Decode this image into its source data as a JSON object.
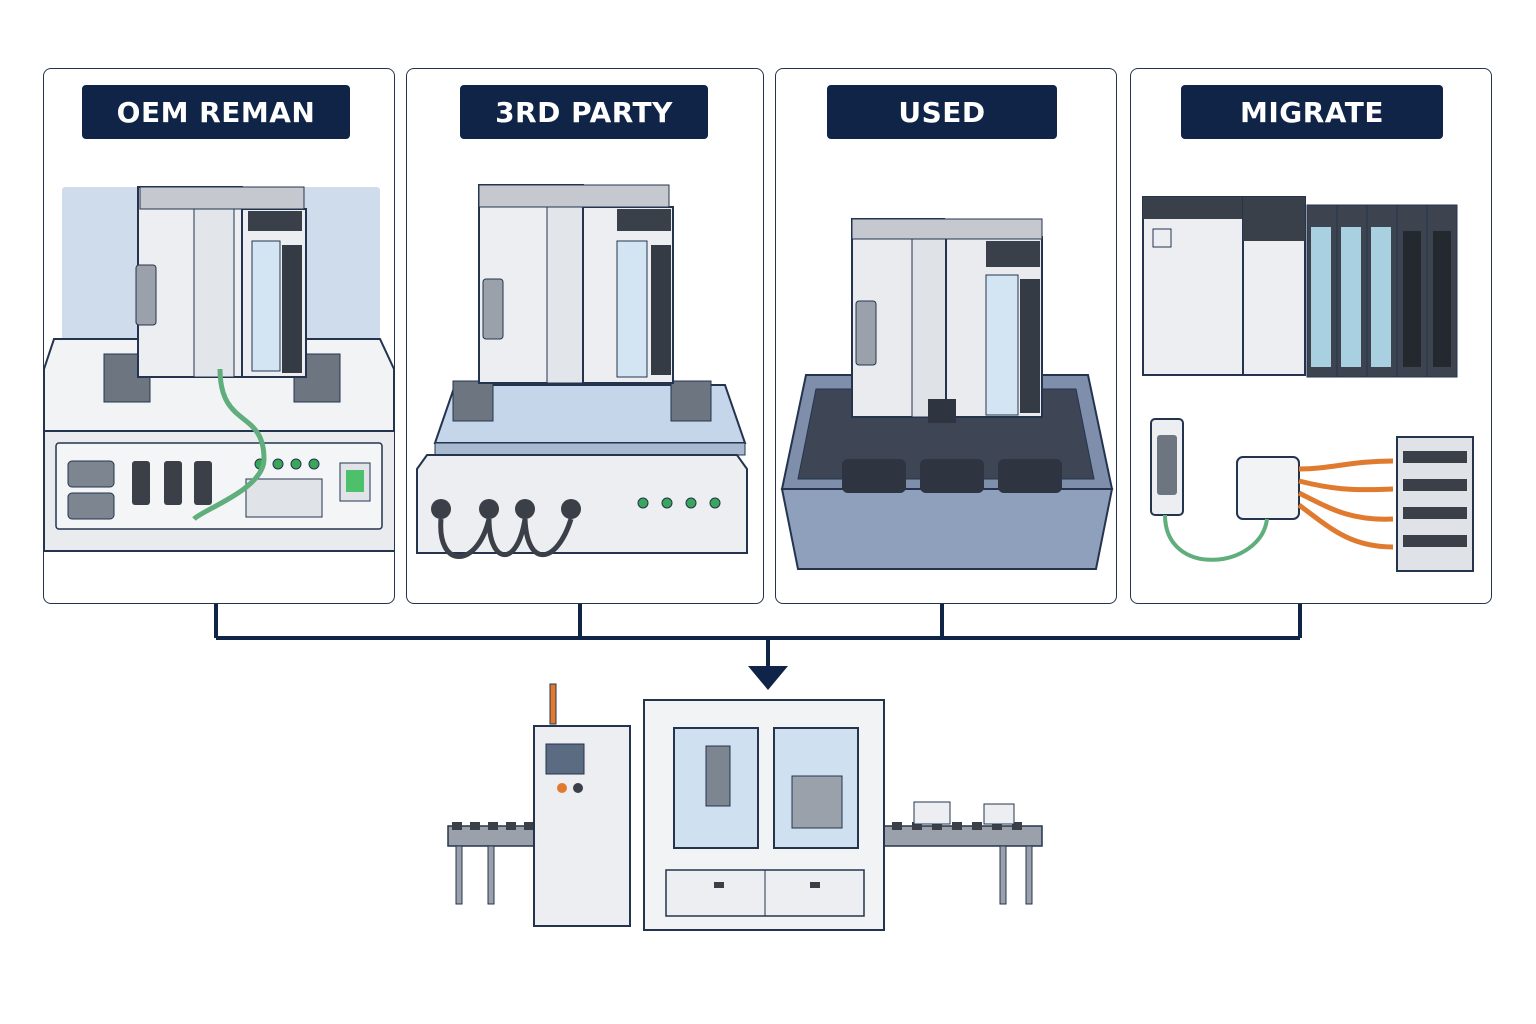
{
  "panels": [
    {
      "id": "oem-reman",
      "label": "OEM REMAN"
    },
    {
      "id": "third-party",
      "label": "3RD PARTY"
    },
    {
      "id": "used",
      "label": "USED"
    },
    {
      "id": "migrate",
      "label": "MIGRATE"
    }
  ],
  "colors": {
    "navy": "#0f2447",
    "line": "#24344f",
    "module": "#eceef1",
    "window": "#cfe0f0",
    "green_led": "#3aa65a",
    "orange_cable": "#e07a2e",
    "green_cable": "#5fae7c"
  },
  "icons": {
    "target": "production-machine-icon",
    "arrow": "arrow-down-icon"
  }
}
